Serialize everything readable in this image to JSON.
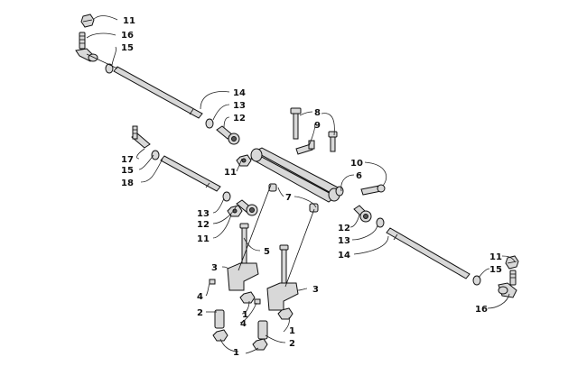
{
  "diagram": {
    "callouts": {
      "c11_top_left": "11",
      "c16_top_left": "16",
      "c15_top_left": "15",
      "c14_mid": "14",
      "c13_mid": "13",
      "c12_mid": "12",
      "c8": "8",
      "c9": "9",
      "c17": "17",
      "c15_left": "15",
      "c18": "18",
      "c11_left": "11",
      "c7": "7",
      "c10": "10",
      "c6": "6",
      "c13_left": "13",
      "c12_left": "12",
      "c11_lower_left": "11",
      "c12_right": "12",
      "c13_right": "13",
      "c14_right": "14",
      "c5": "5",
      "c3_left": "3",
      "c3_right": "3",
      "c4_left": "4",
      "c4_right": "4",
      "c2_left": "2",
      "c2_right": "2",
      "c1_left": "1",
      "c1_right": "1",
      "c1_bottom": "1",
      "c11_right": "11",
      "c15_right": "15",
      "c16_right": "16"
    }
  }
}
